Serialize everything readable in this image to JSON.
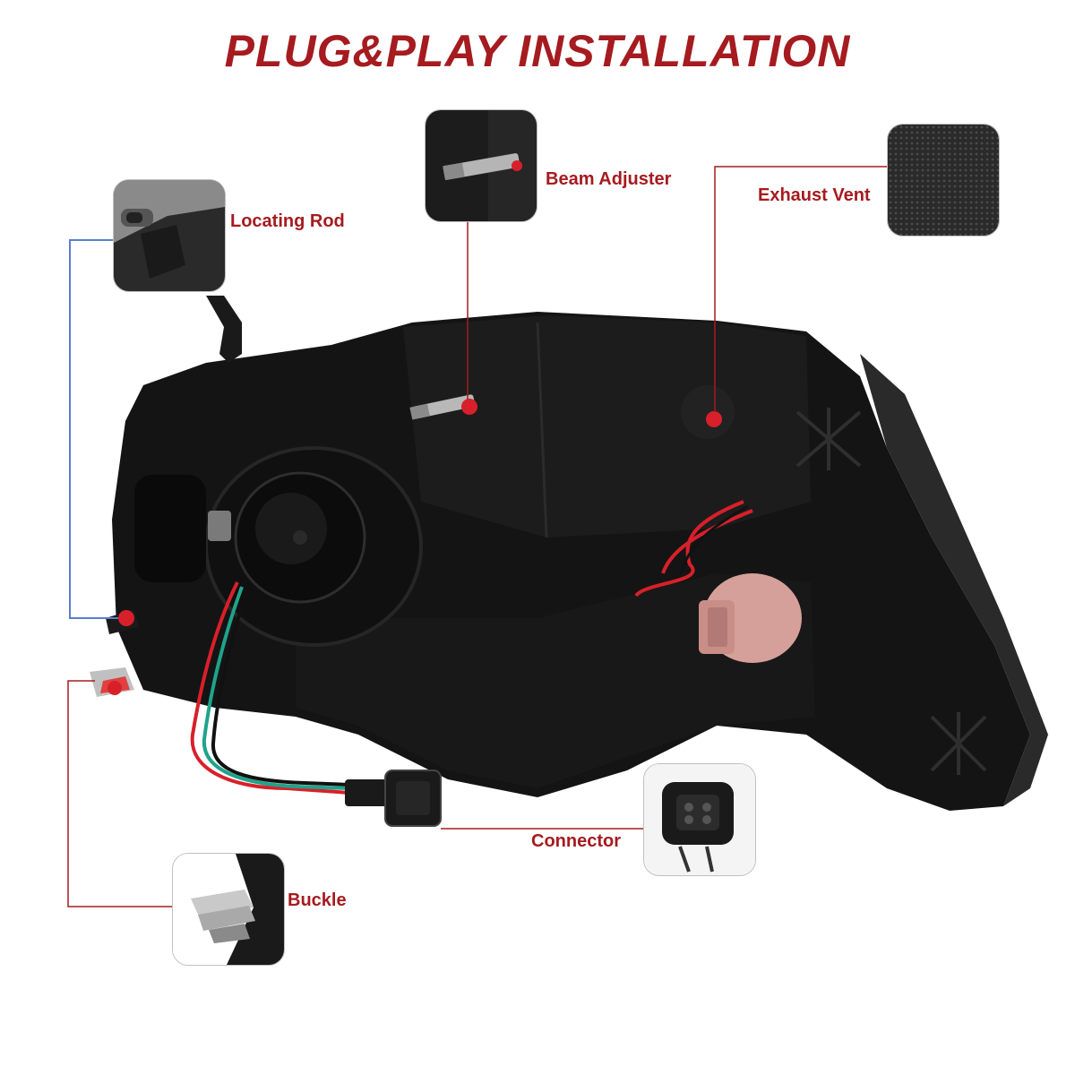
{
  "title": "PLUG&PLAY INSTALLATION",
  "callouts": {
    "locating_rod": "Locating Rod",
    "beam_adjuster": "Beam Adjuster",
    "exhaust_vent": "Exhaust Vent",
    "connector": "Connector",
    "buckle": "Buckle"
  },
  "colors": {
    "accent": "#a51b1f",
    "leader_blue": "#5a7fd0",
    "housing": "#141414"
  },
  "icons": {
    "marker": "red-dot-marker"
  }
}
